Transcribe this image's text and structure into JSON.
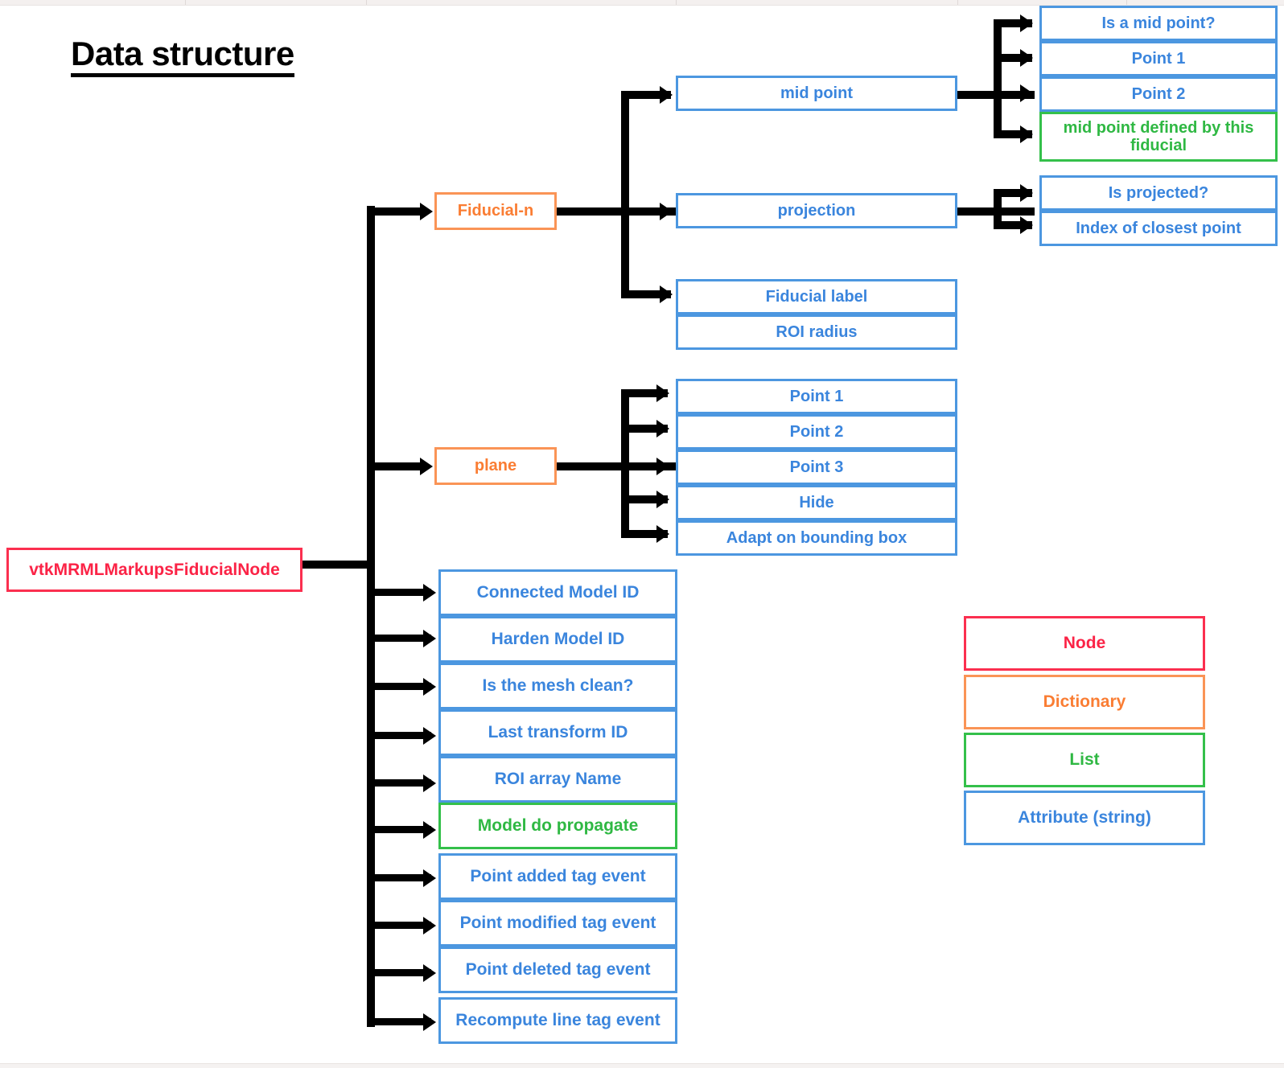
{
  "title": "Data structure",
  "root": {
    "label": "vtkMRMLMarkupsFiducialNode",
    "type": "Node"
  },
  "dictionaries": [
    {
      "label": "Fiducial-n",
      "type": "Dictionary"
    },
    {
      "label": "plane",
      "type": "Dictionary"
    }
  ],
  "fiducial_children": [
    {
      "label": "mid point",
      "type": "Attribute"
    },
    {
      "label": "projection",
      "type": "Attribute"
    },
    {
      "label": "Fiducial label",
      "type": "Attribute"
    },
    {
      "label": "ROI radius",
      "type": "Attribute"
    }
  ],
  "mid_point_children": [
    {
      "label": "Is a mid point?",
      "type": "Attribute"
    },
    {
      "label": "Point 1",
      "type": "Attribute"
    },
    {
      "label": "Point 2",
      "type": "Attribute"
    },
    {
      "label": "mid point defined by this fiducial",
      "type": "List"
    }
  ],
  "projection_children": [
    {
      "label": "Is projected?",
      "type": "Attribute"
    },
    {
      "label": "Index of closest point",
      "type": "Attribute"
    }
  ],
  "plane_children": [
    {
      "label": "Point 1",
      "type": "Attribute"
    },
    {
      "label": "Point 2",
      "type": "Attribute"
    },
    {
      "label": "Point 3",
      "type": "Attribute"
    },
    {
      "label": "Hide",
      "type": "Attribute"
    },
    {
      "label": "Adapt on bounding box",
      "type": "Attribute"
    }
  ],
  "node_attributes": [
    {
      "label": "Connected Model ID",
      "type": "Attribute"
    },
    {
      "label": "Harden Model ID",
      "type": "Attribute"
    },
    {
      "label": "Is the mesh clean?",
      "type": "Attribute"
    },
    {
      "label": "Last transform ID",
      "type": "Attribute"
    },
    {
      "label": "ROI array Name",
      "type": "Attribute"
    },
    {
      "label": "Model do propagate",
      "type": "List"
    },
    {
      "label": "Point added tag event",
      "type": "Attribute"
    },
    {
      "label": "Point modified tag event",
      "type": "Attribute"
    },
    {
      "label": "Point deleted tag event",
      "type": "Attribute"
    },
    {
      "label": "Recompute line tag event",
      "type": "Attribute"
    }
  ],
  "legend": {
    "items": [
      {
        "label": "Node",
        "color": "#fb2346"
      },
      {
        "label": "Dictionary",
        "color": "#fa7d33"
      },
      {
        "label": "List",
        "color": "#2fb843"
      },
      {
        "label": "Attribute (string)",
        "color": "#3a85dd"
      }
    ]
  },
  "colors": {
    "node": "#fb2f4f",
    "dictionary": "#fa9456",
    "list": "#34c04a",
    "attribute": "#4c97e0",
    "connector": "#000000",
    "background": "#ffffff"
  }
}
